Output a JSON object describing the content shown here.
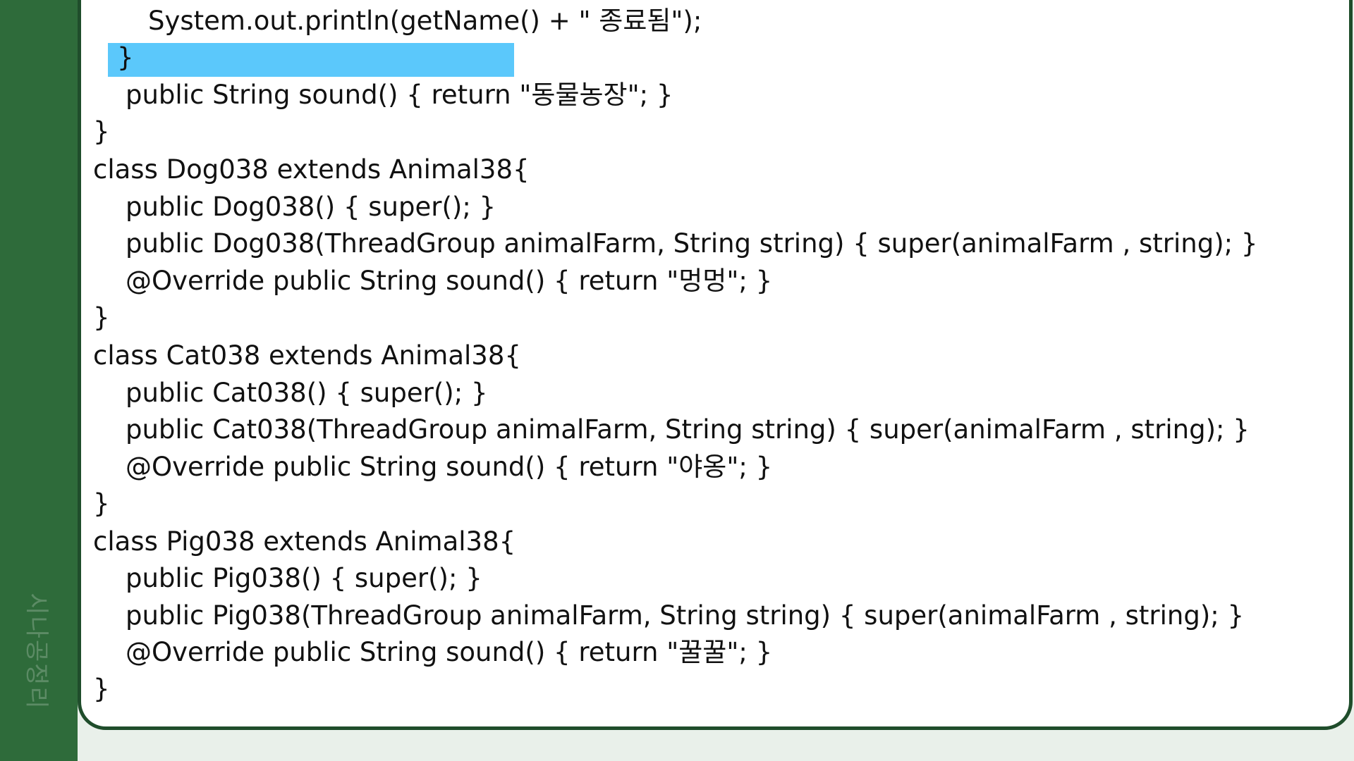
{
  "watermark": "시나공정리",
  "selection_color": "#5bc8fb",
  "accent_color": "#2e6b3a",
  "code_lines": [
    "System.out.println(getName() + \" 종료됨\");",
    "}",
    "public String sound() { return \"동물농장\"; }",
    "}",
    "class Dog038 extends Animal38{",
    "public Dog038() { super(); }",
    "public Dog038(ThreadGroup animalFarm, String string) { super(animalFarm , string); }",
    "@Override public String sound() { return \"멍멍\"; }",
    "}",
    "class Cat038 extends Animal38{",
    "public Cat038() { super(); }",
    "public Cat038(ThreadGroup animalFarm, String string) { super(animalFarm , string); }",
    "@Override public String sound() { return \"야옹\"; }",
    "}",
    "class Pig038 extends Animal38{",
    "public Pig038() { super(); }",
    "public Pig038(ThreadGroup animalFarm, String string) { super(animalFarm , string); }",
    "@Override public String sound() { return \"꿀꿀\"; }",
    "}"
  ]
}
